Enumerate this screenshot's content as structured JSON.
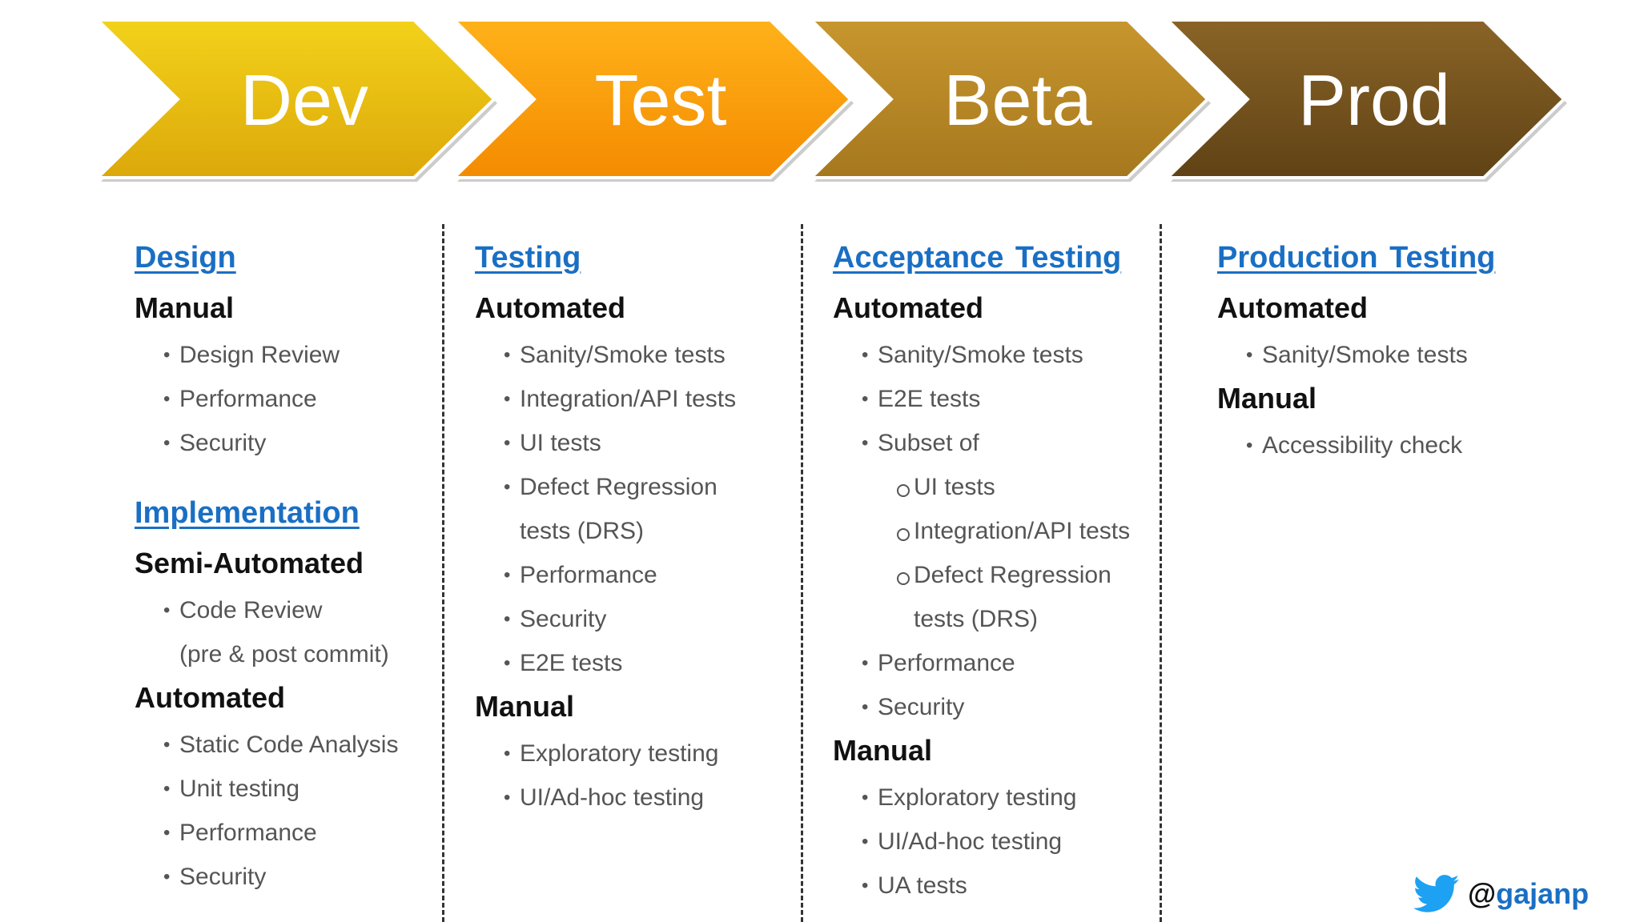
{
  "stages": [
    {
      "label": "Dev",
      "color_top": "#f3d21a",
      "color_bottom": "#dca80a"
    },
    {
      "label": "Test",
      "color_top": "#ffb21a",
      "color_bottom": "#f48b00"
    },
    {
      "label": "Beta",
      "color_top": "#c8962e",
      "color_bottom": "#a6781e"
    },
    {
      "label": "Prod",
      "color_top": "#8a6427",
      "color_bottom": "#5f4215"
    }
  ],
  "columns": [
    {
      "sections": [
        {
          "heading": "Design",
          "groups": [
            {
              "title": "Manual",
              "items": [
                {
                  "type": "bullet",
                  "text": "Design Review"
                },
                {
                  "type": "bullet",
                  "text": "Performance"
                },
                {
                  "type": "bullet",
                  "text": "Security"
                }
              ]
            }
          ]
        },
        {
          "heading": "Implementation",
          "groups": [
            {
              "title": "Semi-Automated",
              "items": [
                {
                  "type": "bullet",
                  "text": "Code Review"
                },
                {
                  "type": "cont",
                  "text": "(pre & post commit)"
                }
              ]
            },
            {
              "title": "Automated",
              "items": [
                {
                  "type": "bullet",
                  "text": "Static Code Analysis"
                },
                {
                  "type": "bullet",
                  "text": "Unit testing"
                },
                {
                  "type": "bullet",
                  "text": "Performance"
                },
                {
                  "type": "bullet",
                  "text": "Security"
                }
              ]
            }
          ]
        }
      ]
    },
    {
      "sections": [
        {
          "heading": "Testing",
          "groups": [
            {
              "title": "Automated",
              "items": [
                {
                  "type": "bullet",
                  "text": "Sanity/Smoke tests"
                },
                {
                  "type": "bullet",
                  "text": "Integration/API  tests"
                },
                {
                  "type": "bullet",
                  "text": "UI tests"
                },
                {
                  "type": "bullet",
                  "text": "Defect Regression"
                },
                {
                  "type": "cont",
                  "text": "tests (DRS)"
                },
                {
                  "type": "bullet",
                  "text": "Performance"
                },
                {
                  "type": "bullet",
                  "text": "Security"
                },
                {
                  "type": "bullet",
                  "text": "E2E tests"
                }
              ]
            },
            {
              "title": "Manual",
              "items": [
                {
                  "type": "bullet",
                  "text": "Exploratory  testing"
                },
                {
                  "type": "bullet",
                  "text": "UI/Ad-hoc  testing"
                }
              ]
            }
          ]
        }
      ]
    },
    {
      "sections": [
        {
          "heading": "Acceptance  Testing",
          "groups": [
            {
              "title": "Automated",
              "items": [
                {
                  "type": "bullet",
                  "text": "Sanity/Smoke tests"
                },
                {
                  "type": "bullet",
                  "text": "E2E tests"
                },
                {
                  "type": "bullet",
                  "text": "Subset of"
                },
                {
                  "type": "sub",
                  "text": "UI tests"
                },
                {
                  "type": "sub",
                  "text": "Integration/API  tests"
                },
                {
                  "type": "sub",
                  "text": "Defect Regression"
                },
                {
                  "type": "subcont",
                  "text": "tests (DRS)"
                },
                {
                  "type": "bullet",
                  "text": "Performance"
                },
                {
                  "type": "bullet",
                  "text": "Security"
                }
              ]
            },
            {
              "title": "Manual",
              "items": [
                {
                  "type": "bullet",
                  "text": "Exploratory  testing"
                },
                {
                  "type": "bullet",
                  "text": "UI/Ad-hoc  testing"
                },
                {
                  "type": "bullet",
                  "text": "UA tests"
                }
              ]
            }
          ]
        }
      ]
    },
    {
      "sections": [
        {
          "heading": "Production  Testing",
          "groups": [
            {
              "title": "Automated",
              "items": [
                {
                  "type": "bullet",
                  "text": "Sanity/Smoke tests"
                }
              ]
            },
            {
              "title": "Manual",
              "items": [
                {
                  "type": "bullet",
                  "text": "Accessibility check"
                }
              ]
            }
          ]
        }
      ]
    }
  ],
  "footer": {
    "at": "@",
    "handle": "gajanp",
    "icon": "twitter-bird-icon",
    "icon_color": "#1da1f2"
  }
}
